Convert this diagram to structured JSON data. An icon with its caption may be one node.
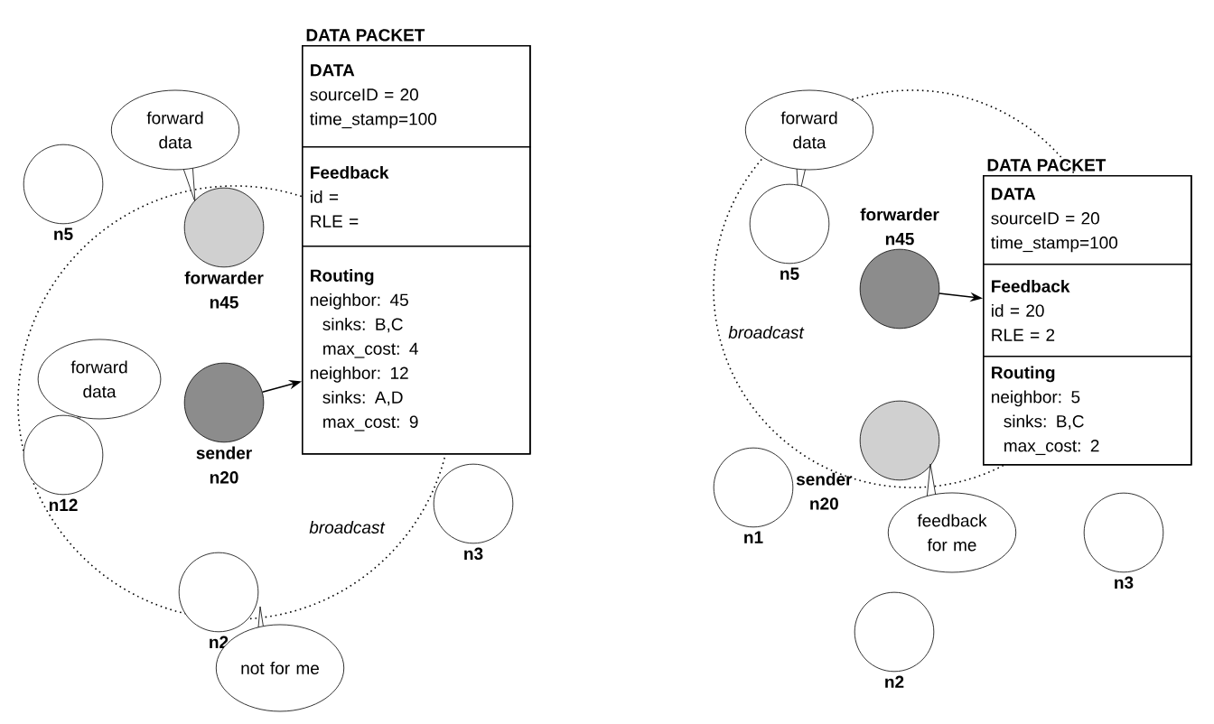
{
  "diagram": {
    "nodes": [
      {
        "text": [
          "DATA PACKET"
        ]
      },
      {
        "text": [
          "DATA",
          "sourceID = 20",
          "time_stamp=100"
        ],
        "in": 0
      },
      {
        "text": [
          "Feedback",
          "id =",
          "RLE ="
        ],
        "in": 0
      },
      {
        "text": [
          "Routing",
          "neighbor: 45",
          "sinks: B,C",
          "max_cost: 4",
          "neighbor: 12",
          "sinks: A,D",
          "max_cost: 9"
        ],
        "in": 0
      },
      {
        "text": [
          "forward data"
        ]
      },
      {
        "text": [
          "n5"
        ]
      },
      {
        "text": [
          "forwarder n45"
        ]
      },
      {
        "text": [
          "forward data"
        ]
      },
      {
        "text": [
          "sender n20"
        ]
      },
      {
        "text": [
          "n12"
        ]
      },
      {
        "text": [
          "n3"
        ]
      },
      {
        "text": [
          "n2"
        ]
      },
      {
        "text": [
          "not for me"
        ]
      },
      {
        "text": [
          "forward data"
        ]
      },
      {
        "text": [
          "n5"
        ]
      },
      {
        "text": [
          "forwarder n45"
        ]
      },
      {
        "text": [
          "DATA PACKET"
        ]
      },
      {
        "text": [
          "DATA",
          "sourceID = 20",
          "time_stamp=100"
        ],
        "in": 16
      },
      {
        "text": [
          "Feedback",
          "id = 20",
          "RLE = 2"
        ],
        "in": 16
      },
      {
        "text": [
          "Routing",
          "neighbor: 5",
          "sinks: B,C",
          "max_cost: 2"
        ],
        "in": 16
      },
      {
        "text": [
          "n1"
        ]
      },
      {
        "text": [
          "sender n20"
        ]
      },
      {
        "text": [
          "feedback for me"
        ]
      },
      {
        "text": [
          "n3"
        ]
      },
      {
        "text": [
          "n2"
        ]
      }
    ],
    "edges": [
      {
        "from": 8,
        "to": 3,
        "arrow": "to"
      },
      {
        "from": 15,
        "to": 18,
        "arrow": "to"
      }
    ],
    "labels": [
      "broadcast",
      "broadcast"
    ]
  }
}
